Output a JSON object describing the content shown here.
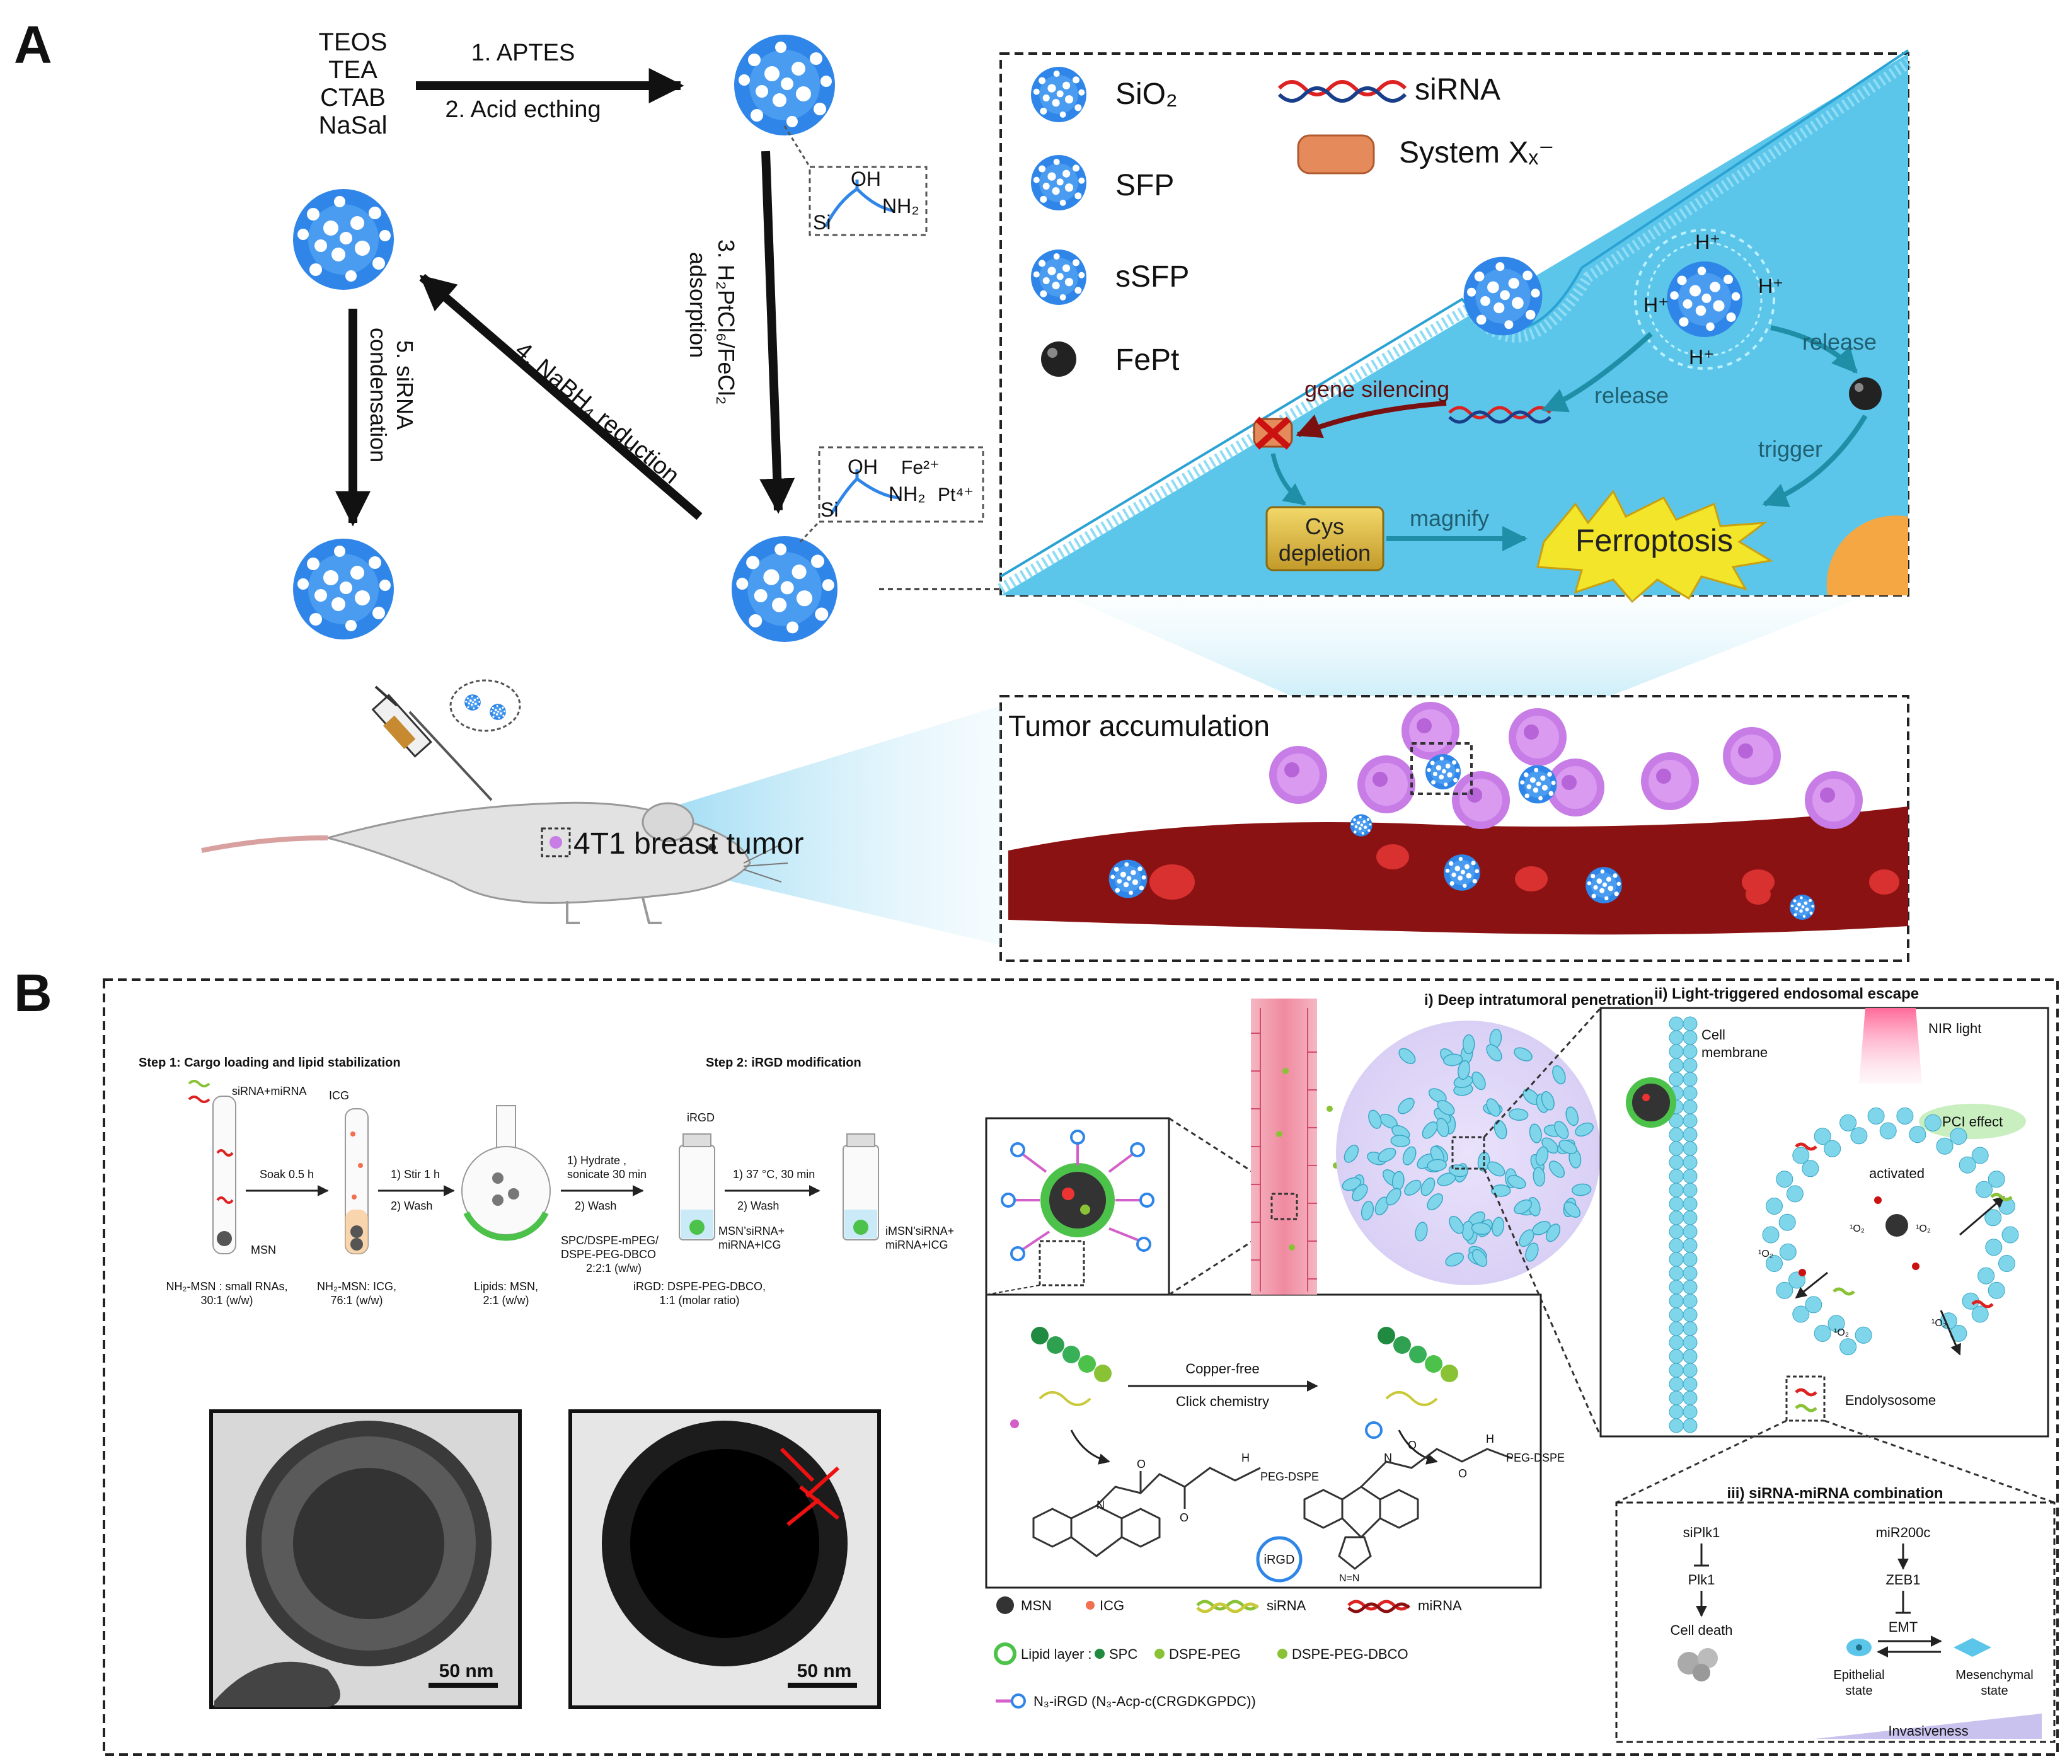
{
  "panel_a": {
    "letter": "A",
    "reagents": [
      "TEOS",
      "TEA",
      "CTAB",
      "NaSal"
    ],
    "step1": "1. APTES",
    "step2": "2. Acid ecthing",
    "step3_line1": "3. H₂PtCl₆/FeCl₂",
    "step3_line2": "adsorption",
    "step4": "4. NaBH₄ reduction",
    "step5_line1": "5. siRNA",
    "step5_line2": "condensation",
    "chem1": {
      "oh": "OH",
      "si": "Si",
      "nh2": "NH₂"
    },
    "chem2": {
      "oh": "OH",
      "fe": "Fe²⁺",
      "si": "Si",
      "nh2": "NH₂",
      "pt": "Pt⁴⁺"
    },
    "legend": {
      "sio2": "SiO₂",
      "sfp": "SFP",
      "ssfp": "sSFP",
      "fept": "FePt",
      "sirna": "siRNA",
      "system_xc": "System Xₓ⁻"
    },
    "cell": {
      "h_plus": "H⁺",
      "gene_silencing": "gene silencing",
      "release_left": "release",
      "release_right": "release",
      "trigger": "trigger",
      "cys_line1": "Cys",
      "cys_line2": "depletion",
      "magnify": "magnify",
      "ferroptosis": "Ferroptosis"
    },
    "tumor_accumulation": "Tumor accumulation",
    "tumor_label": "4T1 breast tumor"
  },
  "panel_b": {
    "letter": "B",
    "step1_title": "Step 1: Cargo loading and lipid stabilization",
    "step2_title": "Step 2: iRGD modification",
    "sirna_mirna": "siRNA+miRNA",
    "icg": "ICG",
    "msn": "MSN",
    "soak": "Soak 0.5 h",
    "stir": "1) Stir 1 h",
    "wash": "2) Wash",
    "hydrate1": "1) Hydrate ,",
    "hydrate2": "sonicate 30 min",
    "irgd_top": "iRGD",
    "temp1": "1) 37 °C, 30 min",
    "ratio1_line1": "NH₂-MSN : small RNAs,",
    "ratio1_line2": "30:1 (w/w)",
    "ratio2_line1": "NH₂-MSN: ICG,",
    "ratio2_line2": "76:1 (w/w)",
    "ratio3_line1": "Lipids: MSN,",
    "ratio3_line2": "2:1 (w/w)",
    "spc_line1": "SPC/DSPE-mPEG/",
    "spc_line2": "DSPE-PEG-DBCO",
    "spc_line3": "2:2:1 (w/w)",
    "ratio4_line1": "iRGD: DSPE-PEG-DBCO,",
    "ratio4_line2": "1:1 (molar ratio)",
    "product1_line1": "MSN’siRNA+",
    "product1_line2": "miRNA+ICG",
    "product2_line1": "iMSN’siRNA+",
    "product2_line2": "miRNA+ICG",
    "scale1": "50 nm",
    "scale2": "50 nm",
    "copper_free": "Copper-free",
    "click_chem": "Click chemistry",
    "peg_dspe1": "PEG-DSPE",
    "peg_dspe2": "PEG-DSPE",
    "irgd_ring": "iRGD",
    "chem_o1": "O",
    "chem_o2": "O",
    "chem_n": "N",
    "chem_h": "H",
    "chem_nnn": "N=N",
    "deep_penetration": "i) Deep intratumoral penetration",
    "light_escape": "ii) Light-triggered endosomal escape",
    "cell_membrane_1": "Cell",
    "cell_membrane_2": "membrane",
    "nir_light": "NIR light",
    "pci_effect": "PCI effect",
    "activated": "activated",
    "singlet_o2": "¹O₂",
    "endolysosome": "Endolysosome",
    "combination": "iii) siRNA-miRNA combination",
    "siplk1": "siPlk1",
    "plk1": "Plk1",
    "cell_death": "Cell death",
    "mir200c": "miR200c",
    "zeb1": "ZEB1",
    "emt": "EMT",
    "epithelial_1": "Epithelial",
    "epithelial_2": "state",
    "mesenchymal_1": "Mesenchymal",
    "mesenchymal_2": "state",
    "invasiveness": "Invasiveness",
    "legend_msn": "MSN",
    "legend_icg": "ICG",
    "legend_sirna": "siRNA",
    "legend_mirna": "miRNA",
    "lipid_layer": "Lipid layer :",
    "legend_spc": "SPC",
    "legend_dspe_peg": "DSPE-PEG",
    "legend_dspe_peg_dbco": "DSPE-PEG-DBCO",
    "legend_irgd": "N₃-iRGD (N₃-Acp-c(CRGDKGPDC))"
  },
  "colors": {
    "np_blue": "#2f86e8",
    "cell_blue": "#5cc6ea",
    "vessel_red": "#8b1212",
    "tumor_purple": "#c77ce6",
    "ferroptosis_yellow": "#f2e52a",
    "cys_gold": "#d9b94a",
    "vessel_pink": "#f3a6b4",
    "cyan_particle": "#7fd6ea"
  }
}
